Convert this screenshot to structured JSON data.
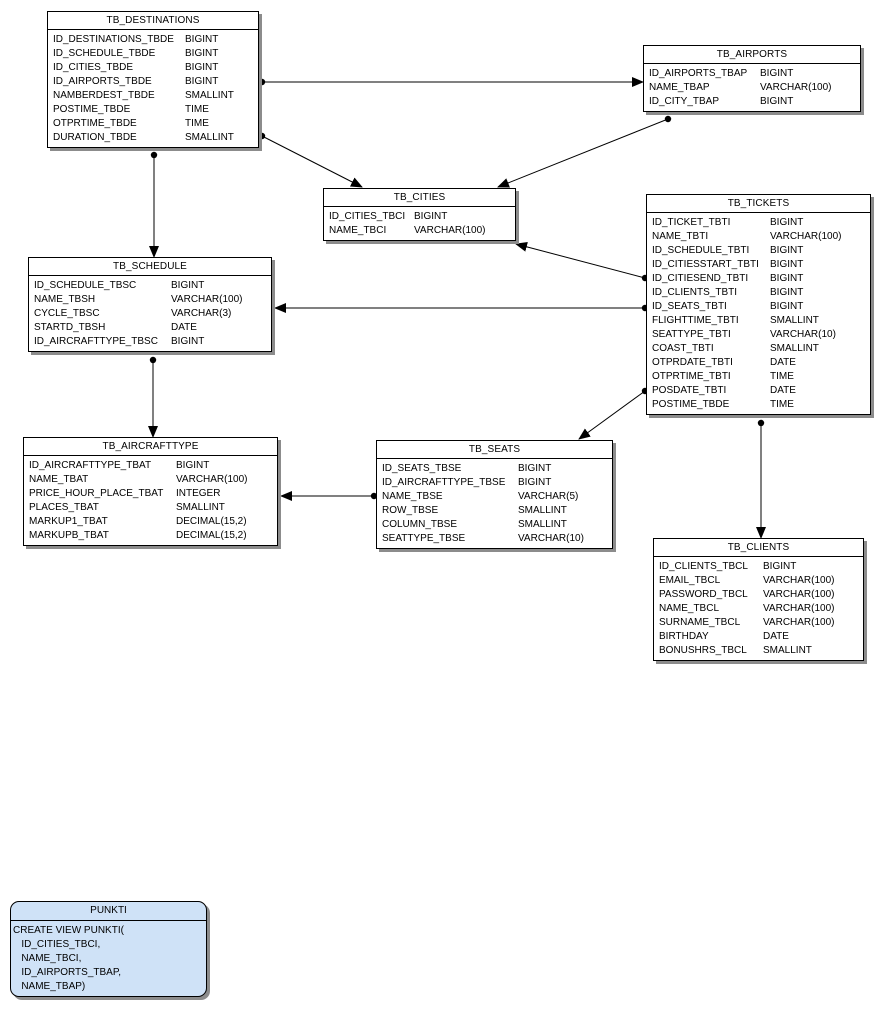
{
  "entities": [
    {
      "key": "destinations",
      "title": "TB_DESTINATIONS",
      "columns": [
        {
          "name": "ID_DESTINATIONS_TBDE",
          "type": "BIGINT"
        },
        {
          "name": "ID_SCHEDULE_TBDE",
          "type": "BIGINT"
        },
        {
          "name": "ID_CITIES_TBDE",
          "type": "BIGINT"
        },
        {
          "name": "ID_AIRPORTS_TBDE",
          "type": "BIGINT"
        },
        {
          "name": "NAMBERDEST_TBDE",
          "type": "SMALLINT"
        },
        {
          "name": "POSTIME_TBDE",
          "type": "TIME"
        },
        {
          "name": "OTPRTIME_TBDE",
          "type": "TIME"
        },
        {
          "name": "DURATION_TBDE",
          "type": "SMALLINT"
        }
      ]
    },
    {
      "key": "airports",
      "title": "TB_AIRPORTS",
      "columns": [
        {
          "name": "ID_AIRPORTS_TBAP",
          "type": "BIGINT"
        },
        {
          "name": "NAME_TBAP",
          "type": "VARCHAR(100)"
        },
        {
          "name": "ID_CITY_TBAP",
          "type": "BIGINT"
        }
      ]
    },
    {
      "key": "cities",
      "title": "TB_CITIES",
      "columns": [
        {
          "name": "ID_CITIES_TBCI",
          "type": "BIGINT"
        },
        {
          "name": "NAME_TBCI",
          "type": "VARCHAR(100)"
        }
      ]
    },
    {
      "key": "tickets",
      "title": "TB_TICKETS",
      "columns": [
        {
          "name": "ID_TICKET_TBTI",
          "type": "BIGINT"
        },
        {
          "name": "NAME_TBTI",
          "type": "VARCHAR(100)"
        },
        {
          "name": "ID_SCHEDULE_TBTI",
          "type": "BIGINT"
        },
        {
          "name": "ID_CITIESSTART_TBTI",
          "type": "BIGINT"
        },
        {
          "name": "ID_CITIESEND_TBTI",
          "type": "BIGINT"
        },
        {
          "name": "ID_CLIENTS_TBTI",
          "type": "BIGINT"
        },
        {
          "name": "ID_SEATS_TBTI",
          "type": "BIGINT"
        },
        {
          "name": "FLIGHTTIME_TBTI",
          "type": "SMALLINT"
        },
        {
          "name": "SEATTYPE_TBTI",
          "type": "VARCHAR(10)"
        },
        {
          "name": "COAST_TBTI",
          "type": "SMALLINT"
        },
        {
          "name": "OTPRDATE_TBTI",
          "type": "DATE"
        },
        {
          "name": "OTPRTIME_TBTI",
          "type": "TIME"
        },
        {
          "name": "POSDATE_TBTI",
          "type": "DATE"
        },
        {
          "name": "POSTIME_TBDE",
          "type": "TIME"
        }
      ]
    },
    {
      "key": "schedule",
      "title": "TB_SCHEDULE",
      "columns": [
        {
          "name": "ID_SCHEDULE_TBSC",
          "type": "BIGINT"
        },
        {
          "name": "NAME_TBSH",
          "type": "VARCHAR(100)"
        },
        {
          "name": "CYCLE_TBSC",
          "type": "VARCHAR(3)"
        },
        {
          "name": "STARTD_TBSH",
          "type": "DATE"
        },
        {
          "name": "ID_AIRCRAFTTYPE_TBSC",
          "type": "BIGINT"
        }
      ]
    },
    {
      "key": "aircrafttype",
      "title": "TB_AIRCRAFTTYPE",
      "columns": [
        {
          "name": "ID_AIRCRAFTTYPE_TBAT",
          "type": "BIGINT"
        },
        {
          "name": "NAME_TBAT",
          "type": "VARCHAR(100)"
        },
        {
          "name": "PRICE_HOUR_PLACE_TBAT",
          "type": "INTEGER"
        },
        {
          "name": "PLACES_TBAT",
          "type": "SMALLINT"
        },
        {
          "name": "MARKUP1_TBAT",
          "type": "DECIMAL(15,2)"
        },
        {
          "name": "MARKUPB_TBAT",
          "type": "DECIMAL(15,2)"
        }
      ]
    },
    {
      "key": "seats",
      "title": "TB_SEATS",
      "columns": [
        {
          "name": "ID_SEATS_TBSE",
          "type": "BIGINT"
        },
        {
          "name": "ID_AIRCRAFTTYPE_TBSE",
          "type": "BIGINT"
        },
        {
          "name": "NAME_TBSE",
          "type": "VARCHAR(5)"
        },
        {
          "name": "ROW_TBSE",
          "type": "SMALLINT"
        },
        {
          "name": "COLUMN_TBSE",
          "type": "SMALLINT"
        },
        {
          "name": "SEATTYPE_TBSE",
          "type": "VARCHAR(10)"
        }
      ]
    },
    {
      "key": "clients",
      "title": "TB_CLIENTS",
      "columns": [
        {
          "name": "ID_CLIENTS_TBCL",
          "type": "BIGINT"
        },
        {
          "name": "EMAIL_TBCL",
          "type": "VARCHAR(100)"
        },
        {
          "name": "PASSWORD_TBCL",
          "type": "VARCHAR(100)"
        },
        {
          "name": "NAME_TBCL",
          "type": "VARCHAR(100)"
        },
        {
          "name": "SURNAME_TBCL",
          "type": "VARCHAR(100)"
        },
        {
          "name": "BIRTHDAY",
          "type": "DATE"
        },
        {
          "name": "BONUSHRS_TBCL",
          "type": "SMALLINT"
        }
      ]
    }
  ],
  "relations": [
    {
      "from": "destinations",
      "to": "airports"
    },
    {
      "from": "destinations",
      "to": "cities"
    },
    {
      "from": "airports",
      "to": "cities"
    },
    {
      "from": "destinations",
      "to": "schedule"
    },
    {
      "from": "tickets",
      "to": "cities"
    },
    {
      "from": "tickets",
      "to": "schedule"
    },
    {
      "from": "tickets",
      "to": "seats"
    },
    {
      "from": "tickets",
      "to": "clients"
    },
    {
      "from": "schedule",
      "to": "aircrafttype"
    },
    {
      "from": "seats",
      "to": "aircrafttype"
    }
  ],
  "view": {
    "title": "PUNKTI",
    "lines": [
      "CREATE VIEW PUNKTI(",
      "   ID_CITIES_TBCI,",
      "   NAME_TBCI,",
      "   ID_AIRPORTS_TBAP,",
      "   NAME_TBAP)"
    ]
  }
}
